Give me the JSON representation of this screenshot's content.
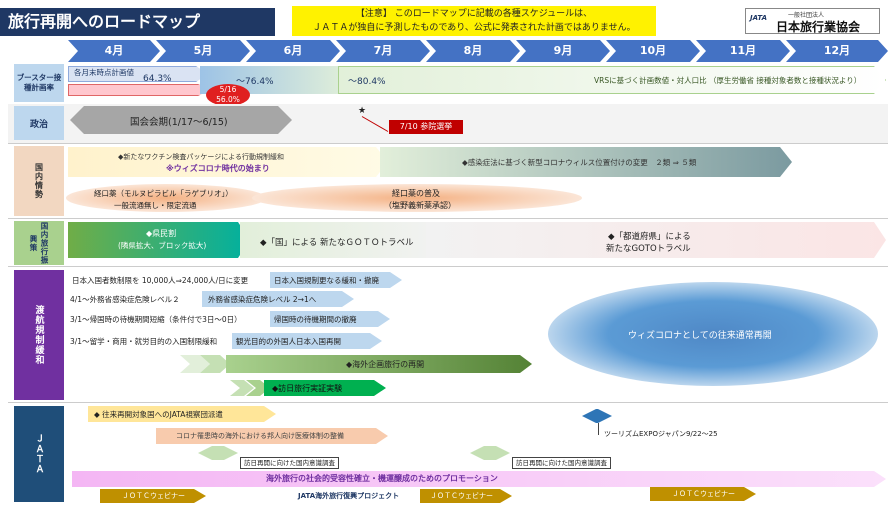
{
  "header": {
    "title": "旅行再開へのロードマップ",
    "notice_lines": [
      "【注意】 このロードマップに記載の各種スケジュールは、",
      "ＪＡＴＡが独自に予測したものであり、公式に発表された計画ではありません。"
    ],
    "logo_mark": "JATA",
    "logo_sub": "一般社団法人",
    "logo_name": "日本旅行業協会"
  },
  "months": [
    "4月",
    "5月",
    "6月",
    "7月",
    "8月",
    "9月",
    "10月",
    "11月",
    "12月"
  ],
  "rows": {
    "booster": {
      "label": "ブースター接種計画率",
      "plan_label": "各月末時点計画値",
      "v1": "64.3%",
      "v2": "～76.4%",
      "v3": "～80.4%",
      "vrs": "VRSに基づく計画数値・対人口比 （厚生労働省 接種対象者数と接種状況より）",
      "badge": [
        "5/16",
        "56.0%"
      ]
    },
    "politics": {
      "label": "政治",
      "diet": "国会会期(1/17～6/15)",
      "star": "★",
      "election": "7/10 参院選挙"
    },
    "domestic": {
      "label": "国内情勢",
      "a1": "◆新たなワクチン検査パッケージによる行動規制緩和",
      "a1b": "※ウィズコロナ時代の始まり",
      "a2": "◆感染症法に基づく新型コロナウィルス位置付けの変更　２類 ⇒ ５類",
      "o1a": "経口薬（モルヌピラビル「ラゲブリオ」）",
      "o1b": "一般流通無し・限定流通",
      "o2a": "経口薬の普及",
      "o2b": "（塩野義新薬承認）"
    },
    "travel": {
      "label": "国内旅行振興策",
      "p1": "◆県民割",
      "p1b": "(隣県拡大、ブロック拡大)",
      "p2": "◆「国」による 新たなＧＯＴＯトラベル",
      "p3": "◆「都道府県」による",
      "p3b": "新たなGOTOトラベル"
    },
    "border": {
      "label": "渡航規制緩和",
      "r1a": "日本入国者数制限を 10,000人⇒24,000人/日に変更",
      "r1b": "日本入国規制更なる緩和・撤廃",
      "r2a": "4/1～外務省感染症危険レベル２",
      "r2b": "外務省感染症危険レベル 2→1へ",
      "r3a": "3/1～帰国時の待機期間短縮（条件付で3日～0日）",
      "r3b": "帰国時の待機期間の撤廃",
      "r4a": "3/1～留学・商用・就労目的の入国制限緩和",
      "r4b": "観光目的の外国人日本入国再開",
      "r5": "◆海外企画旅行の再開",
      "r6": "◆訪日旅行実証実験",
      "oval": "ウィズコロナとしての往来通常再開"
    },
    "jata": {
      "label": "ＪＡＴＡ",
      "j1": "◆ 往来再開対象国へのJATA視察団派遣",
      "j2": "コロナ罹患時の海外における邦人向け医療体制の整備",
      "expo": "ツーリズムEXPOジャパン9/22～25",
      "survey1": "訪日再開に向けた国内意識調査",
      "survey2": "訪日再開に向けた国内意識調査",
      "promo": "海外旅行の社会的受容性確立・機運醸成のためのプロモーション",
      "jotc1": "ＪＯＴＣウェビナー",
      "project": "JATA海外旅行復興プロジェクト",
      "jotc2": "ＪＯＴＣウェビナー",
      "jotc3": "ＪＯＴＣウェビナー"
    }
  }
}
